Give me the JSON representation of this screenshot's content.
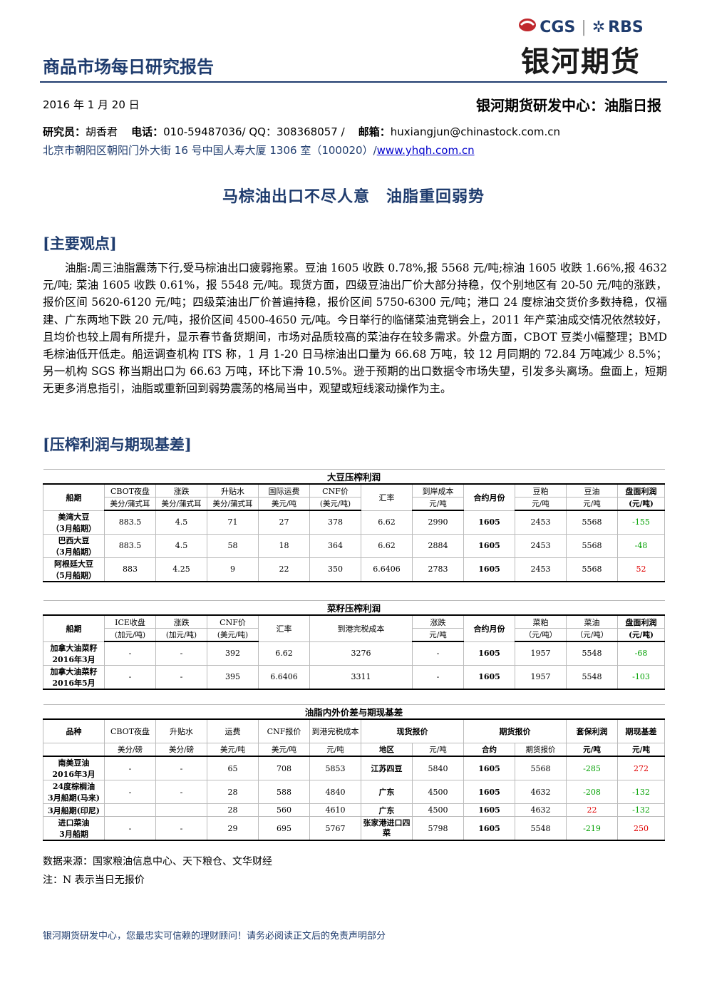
{
  "header": {
    "logo_cgs": "CGS",
    "logo_rbs": "RBS",
    "logo_cn": "银河期货",
    "report_title": "商品市场每日研究报告",
    "date": "2016 年 1 月 20 日",
    "center_title": "银河期货研发中心：油脂日报"
  },
  "contact": {
    "researcher_label": "研究员：",
    "researcher": "胡香君",
    "phone_label": "电话：",
    "phone": "010-59487036/ QQ：308368057 /",
    "email_label": "邮箱：",
    "email": "huxiangjun@chinastock.com.cn",
    "address": "北京市朝阳区朝阳门外大街 16 号中国人寿大厦 1306 室（100020）/",
    "website": "www.yhqh.com.cn"
  },
  "headline": "马棕油出口不尽人意　油脂重回弱势",
  "section1_title": "[主要观点]",
  "body_text": "油脂:周三油脂震荡下行,受马棕油出口疲弱拖累。豆油 1605 收跌 0.78%,报 5568 元/吨;棕油 1605 收跌 1.66%,报 4632 元/吨; 菜油 1605 收跌 0.61%，报 5548 元/吨。现货方面，四级豆油出厂价大部分持稳，仅个别地区有 20-50 元/吨的涨跌，报价区间 5620-6120 元/吨；四级菜油出厂价普遍持稳，报价区间 5750-6300 元/吨；港口 24 度棕油交货价多数持稳，仅福建、广东两地下跌 20 元/吨，报价区间 4500-4650 元/吨。今日举行的临储菜油竞销会上，2011 年产菜油成交情况依然较好，且均价也较上周有所提升，显示春节备货期间，市场对品质较高的菜油存在较多需求。外盘方面，CBOT 豆类小幅整理；BMD 毛棕油低开低走。船运调查机构 ITS 称，1 月 1-20 日马棕油出口量为 66.68 万吨，较 12 月同期的 72.84 万吨减少 8.5%；另一机构 SGS 称当期出口为 66.63 万吨，环比下滑 10.5%。逊于预期的出口数据令市场失望，引发多头离场。盘面上，短期无更多消息指引，油脂或重新回到弱势震荡的格局当中，观望或短线滚动操作为主。",
  "section2_title": "[压榨利润与期现基差]",
  "soy_table": {
    "caption": "大豆压榨利润",
    "h_ship": "船期",
    "h_cbot": "CBOT夜盘",
    "h_cbot_u": "美分/蒲式耳",
    "h_chg": "涨跌",
    "h_chg_u": "美分/蒲式耳",
    "h_prem": "升贴水",
    "h_prem_u": "美分/蒲式耳",
    "h_freight": "国际运费",
    "h_freight_u": "美元/吨",
    "h_cnf": "CNF价",
    "h_cnf_u": "(美元/吨)",
    "h_fx": "汇率",
    "h_cost": "到岸成本",
    "h_cost_u": "元/吨",
    "h_month": "合约月份",
    "h_meal": "豆粕",
    "h_meal_u": "元/吨",
    "h_oil": "豆油",
    "h_oil_u": "元/吨",
    "h_profit": "盘面利润",
    "h_profit_u": "(元/吨)",
    "rows": [
      {
        "name": "美湾大豆",
        "ship": "（3月船期）",
        "cbot": "883.5",
        "chg": "4.5",
        "prem": "71",
        "freight": "27",
        "cnf": "378",
        "fx": "6.62",
        "cost": "2990",
        "month": "1605",
        "meal": "2453",
        "oil": "5568",
        "profit": "-155"
      },
      {
        "name": "巴西大豆",
        "ship": "（3月船期）",
        "cbot": "883.5",
        "chg": "4.5",
        "prem": "58",
        "freight": "18",
        "cnf": "364",
        "fx": "6.62",
        "cost": "2884",
        "month": "1605",
        "meal": "2453",
        "oil": "5568",
        "profit": "-48"
      },
      {
        "name": "阿根廷大豆",
        "ship": "（5月船期）",
        "cbot": "883",
        "chg": "4.25",
        "prem": "9",
        "freight": "22",
        "cnf": "350",
        "fx": "6.6406",
        "cost": "2783",
        "month": "1605",
        "meal": "2453",
        "oil": "5568",
        "profit": "52"
      }
    ]
  },
  "rape_table": {
    "caption": "菜籽压榨利润",
    "h_ship": "船期",
    "h_ice": "ICE收盘",
    "h_ice_u": "(加元/吨)",
    "h_chg": "涨跌",
    "h_chg_u": "(加元/吨)",
    "h_cnf": "CNF价",
    "h_cnf_u": "(美元/吨)",
    "h_fx": "汇率",
    "h_cost": "到港完税成本",
    "h_chg2": "涨跌",
    "h_chg2_u": "元/吨",
    "h_month": "合约月份",
    "h_meal": "菜粕",
    "h_meal_u": "（元/吨）",
    "h_oil": "菜油",
    "h_oil_u": "（元/吨）",
    "h_profit": "盘面利润",
    "h_profit_u": "(元/吨)",
    "rows": [
      {
        "name": "加拿大油菜籽",
        "ship": "2016年3月",
        "ice": "-",
        "chg": "-",
        "cnf": "392",
        "fx": "6.62",
        "cost": "3276",
        "chg2": "-",
        "month": "1605",
        "meal": "1957",
        "oil": "5548",
        "profit": "-68"
      },
      {
        "name": "加拿大油菜籽",
        "ship": "2016年5月",
        "ice": "-",
        "chg": "-",
        "cnf": "395",
        "fx": "6.6406",
        "cost": "3311",
        "chg2": "-",
        "month": "1605",
        "meal": "1957",
        "oil": "5548",
        "profit": "-103"
      }
    ]
  },
  "oil_table": {
    "caption": "油脂内外价差与期现基差",
    "h_variety": "品种",
    "h_cbot": "CBOT夜盘",
    "h_cbot_u": "美分/磅",
    "h_prem": "升贴水",
    "h_prem_u": "美分/磅",
    "h_freight": "运费",
    "h_freight_u": "美元/吨",
    "h_cnf": "CNF报价",
    "h_cnf_u": "美元/吨",
    "h_cost": "到港完税成本",
    "h_cost_u": "元/吨",
    "h_spot": "现货报价",
    "h_region": "地区",
    "h_spot_u": "元/吨",
    "h_fut": "期货报价",
    "h_contract": "合约",
    "h_fut_u": "期货报价",
    "h_hedge": "套保利润",
    "h_hedge_u": "元/吨",
    "h_basis": "期现基差",
    "h_basis_u": "元/吨",
    "rows": [
      {
        "name": "南美豆油",
        "sub": "2016年3月",
        "cbot": "-",
        "prem": "-",
        "freight": "65",
        "cnf": "708",
        "cost": "5853",
        "region": "江苏四豆",
        "spot": "5840",
        "contract": "1605",
        "fut": "5568",
        "hedge": "-285",
        "basis": "272"
      },
      {
        "name": "24度棕榈油",
        "sub": "3月船期(马来)",
        "cbot": "-",
        "prem": "-",
        "freight": "28",
        "cnf": "588",
        "cost": "4840",
        "region": "广东",
        "spot": "4500",
        "contract": "1605",
        "fut": "4632",
        "hedge": "-208",
        "basis": "-132"
      },
      {
        "name": "3月船期(印尼)",
        "sub": "",
        "cbot": "",
        "prem": "",
        "freight": "28",
        "cnf": "560",
        "cost": "4610",
        "region": "广东",
        "spot": "4500",
        "contract": "1605",
        "fut": "4632",
        "hedge": "22",
        "basis": "-132"
      },
      {
        "name": "进口菜油",
        "sub": "3月船期",
        "cbot": "-",
        "prem": "-",
        "freight": "29",
        "cnf": "695",
        "cost": "5767",
        "region": "张家港进口四菜",
        "spot": "5798",
        "contract": "1605",
        "fut": "5548",
        "hedge": "-219",
        "basis": "250"
      }
    ]
  },
  "source": "数据来源：国家粮油信息中心、天下粮仓、文华财经",
  "note": "注：N 表示当日无报价",
  "footer": "银河期货研发中心，您最忠实可信赖的理财顾问！请务必阅读正文后的免责声明部分",
  "colors": {
    "brand_blue": "#1f3c6e",
    "negative_green": "#00a000",
    "positive_red": "#e00000"
  }
}
